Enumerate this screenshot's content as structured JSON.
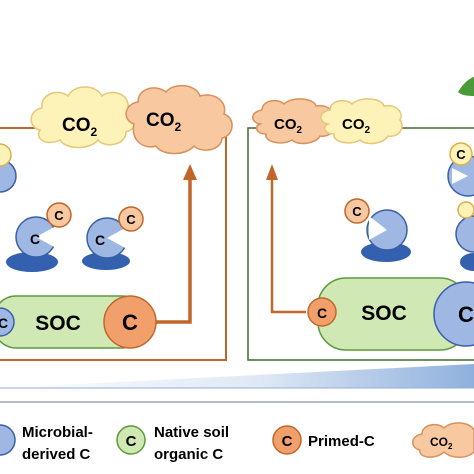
{
  "clouds": {
    "left_pale": "CO",
    "left_orange": "CO",
    "right_orange": "CO",
    "right_pale": "CO",
    "subscript": "2"
  },
  "markers": {
    "microbial": "C",
    "native": "C",
    "primed": "C"
  },
  "soc_label": "SOC",
  "legend": {
    "microbial_line1": "Microbial-",
    "microbial_line2": "derived C",
    "native_line1": "Native soil",
    "native_line2": "organic C",
    "primed": "Primed-C",
    "co2": "CO",
    "co2_sub": "2"
  },
  "colors": {
    "left_panel_border": "#c0662b",
    "right_panel_border": "#3f6a2e",
    "primed_fill": "#f2a06b",
    "primed_dark": "#e07a3c",
    "microbial_fill": "#9fb8e3",
    "microbial_stroke": "#3a5fa8",
    "native_fill": "#cfe8b4",
    "native_stroke": "#5d9a3c",
    "pale_cloud": "#fdf2b8",
    "orange_cloud": "#f8c9a0",
    "arrow": "#c0662b",
    "blue_ellipse": "#3460b0"
  }
}
